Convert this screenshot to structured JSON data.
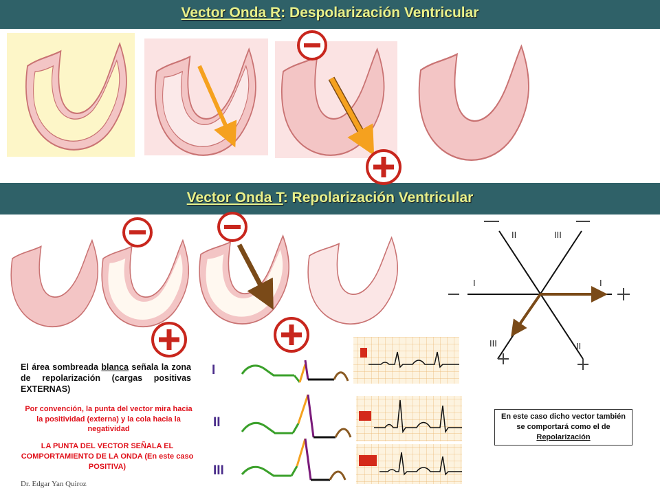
{
  "section_r": {
    "title_part1": "Vector Onda R",
    "title_part2": ": Despolarización Ventricular"
  },
  "section_t": {
    "title_part1": "Vector Onda T",
    "title_part2": ": Repolarización Ventricular"
  },
  "text_repolarization": {
    "part1": "El área sombreada ",
    "underlined": "blanca",
    "part2": " señala la zona de repolarización (cargas positivas EXTERNAS)"
  },
  "text_convention": "Por convención, la punta del vector mira hacia la positividad (externa) y la cola hacia la negatividad",
  "text_vector_tip": "LA PUNTA DEL VECTOR SEÑALA EL COMPORTAMIENTO DE LA ONDA (En este caso POSITIVA)",
  "note_box": {
    "part1": "En este caso dicho vector también se comportará como el de ",
    "underlined": "Repolarización"
  },
  "author": "Dr. Edgar Yan Quiroz",
  "leads": {
    "I": "I",
    "II": "II",
    "III": "III"
  },
  "hex_axis": {
    "top_left": "II",
    "top_right": "III",
    "left": "I",
    "right": "I",
    "bottom_left": "III",
    "bottom_right": "II"
  },
  "colors": {
    "band": "#2f6168",
    "band_text": "#e8f08a",
    "heart_fill": "#f3c5c5",
    "heart_outline": "#c97373",
    "arrow_r": "#f5a11f",
    "arrow_t": "#7a4a18",
    "sign_red": "#c8261d",
    "red_text": "#e0101a"
  }
}
